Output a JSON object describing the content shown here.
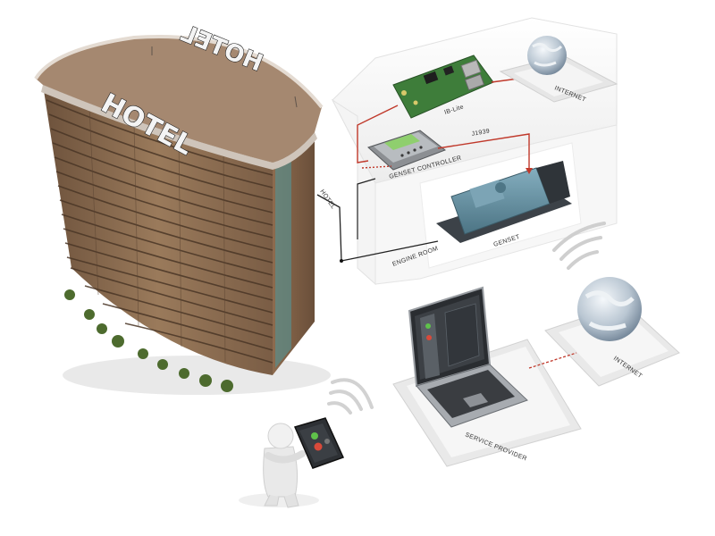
{
  "building": {
    "roof_sign": "HOTEL",
    "front_sign": "HOTEL",
    "connection_label": "HOTEL"
  },
  "engine_room": {
    "label": "ENGINE ROOM",
    "controller_board_label": "IB-Lite",
    "controller_label": "GENSET CONTROLLER",
    "bus_label": "J1939",
    "genset_label": "GENSET"
  },
  "internet_top": {
    "label": "INTERNET"
  },
  "internet_bottom": {
    "label": "INTERNET"
  },
  "laptop": {
    "label": "SERVICE PROVIDER"
  },
  "colors": {
    "link_red": "#c0392b",
    "facade_brown": "#8a6a4f",
    "genset_teal": "#5f8ea0",
    "pcb_green": "#3e7d3a"
  },
  "icons": [
    "globe-icon",
    "wifi-icon",
    "genset-icon",
    "laptop-icon",
    "tablet-icon",
    "person-icon"
  ]
}
